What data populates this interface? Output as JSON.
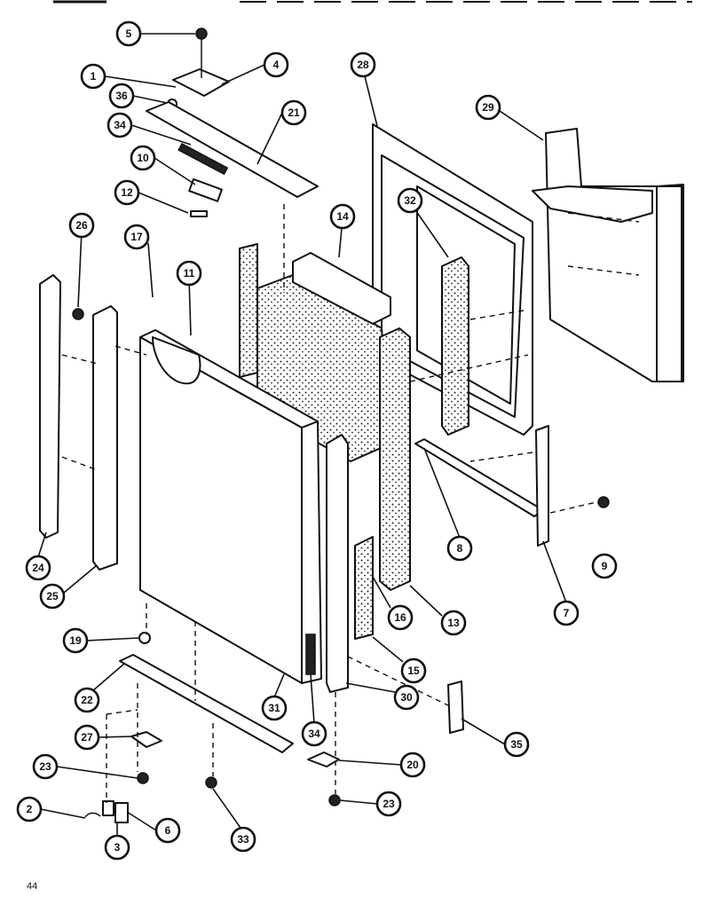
{
  "page_number": "44",
  "callouts": [
    "5",
    "1",
    "4",
    "36",
    "34",
    "21",
    "10",
    "12",
    "26",
    "17",
    "11",
    "28",
    "14",
    "29",
    "32",
    "24",
    "25",
    "8",
    "9",
    "7",
    "13",
    "16",
    "15",
    "19",
    "22",
    "31",
    "27",
    "23",
    "2",
    "3",
    "6",
    "33",
    "34",
    "30",
    "35",
    "20",
    "23"
  ]
}
